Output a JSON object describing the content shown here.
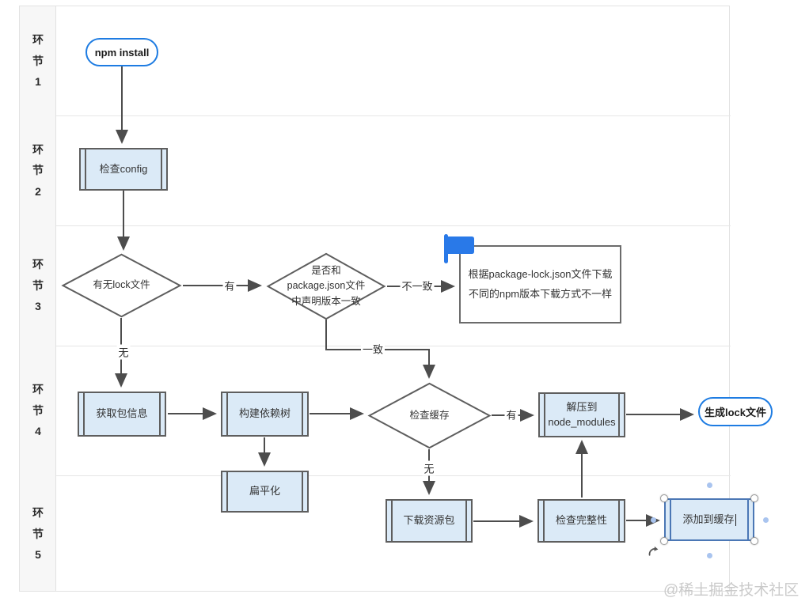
{
  "lanes": [
    {
      "label": "环\n节\n1"
    },
    {
      "label": "环\n节\n2"
    },
    {
      "label": "环\n节\n3"
    },
    {
      "label": "环\n节\n4"
    },
    {
      "label": "环\n节\n5"
    }
  ],
  "nodes": {
    "start": {
      "label": "npm install"
    },
    "check_config": {
      "label": "检查config"
    },
    "has_lock": {
      "label": "有无lock文件"
    },
    "version_match": {
      "label": "是否和\npackage.json文件\n中声明版本一致"
    },
    "note": {
      "label": "根据package-lock.json文件下载\n不同的npm版本下载方式不一样"
    },
    "get_pkg_info": {
      "label": "获取包信息"
    },
    "build_dep_tree": {
      "label": "构建依赖树"
    },
    "check_cache": {
      "label": "检查缓存"
    },
    "unzip": {
      "label": "解压到\nnode_modules"
    },
    "gen_lock": {
      "label": "生成lock文件"
    },
    "flatten": {
      "label": "扁平化"
    },
    "download_pkg": {
      "label": "下载资源包"
    },
    "check_integrity": {
      "label": "检查完整性"
    },
    "add_to_cache": {
      "label": "添加到缓存"
    }
  },
  "edge_labels": {
    "yes1": "有",
    "mismatch": "不一致",
    "no1": "无",
    "match": "一致",
    "yes2": "有",
    "no2": "无"
  },
  "watermark": "@稀土掘金技术社区",
  "colors": {
    "accent_blue": "#1e7ce2",
    "node_fill": "#dbeaf7",
    "node_border": "#5e5e5e",
    "arrow": "#4d4d4d",
    "selection_blue": "#4b77b5",
    "connection_dot": "#a9c4ef",
    "flag_blue": "#2979e8",
    "watermark_gray": "#cacaca"
  }
}
